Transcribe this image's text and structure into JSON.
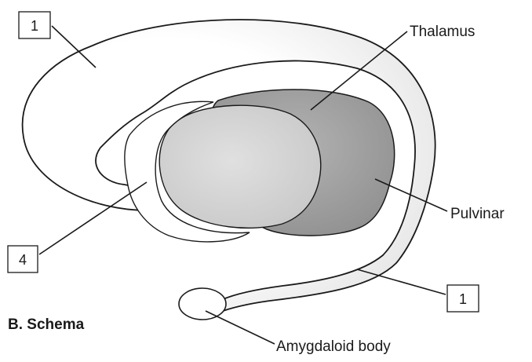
{
  "caption": "B. Schema",
  "labels": {
    "thalamus": "Thalamus",
    "pulvinar": "Pulvinar",
    "amygdaloid_body": "Amygdaloid body"
  },
  "numbered_boxes": {
    "top_left": "1",
    "bottom_right": "1",
    "bottom_left": "4"
  },
  "colors": {
    "caudate_fill": "#ffffff",
    "lentiform_fill": "#d9d9d9",
    "thalamus_fill": "#a6a6a6",
    "outline": "#1a1a1a"
  }
}
